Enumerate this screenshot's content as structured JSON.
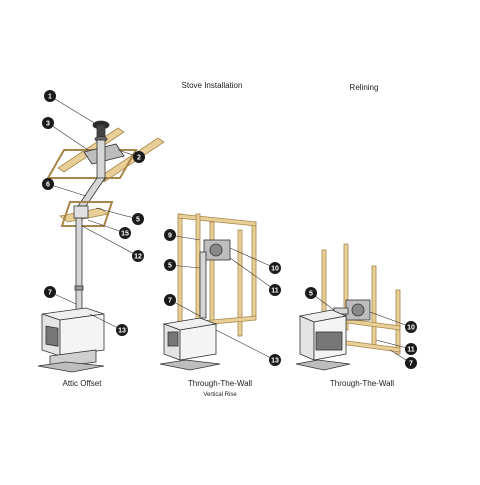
{
  "headers": {
    "stove_installation": "Stove Installation",
    "relining": "Relining"
  },
  "captions": {
    "attic_offset": "Attic Offset",
    "through_wall_vertical": "Through-The-Wall",
    "vertical_rise": "Vertical Rise",
    "through_wall_relining": "Through-The-Wall"
  },
  "callouts": {
    "attic": [
      "1",
      "3",
      "2",
      "6",
      "5",
      "15",
      "12",
      "7",
      "13"
    ],
    "vertical": [
      "9",
      "10",
      "5",
      "11",
      "7",
      "13"
    ],
    "relining": [
      "5",
      "10",
      "11",
      "7"
    ]
  },
  "colors": {
    "wood": "#e8cf97",
    "wood_edge": "#a8864a",
    "pipe": "#d6d6d6",
    "line": "#333333",
    "callout": "#1a1a1a"
  }
}
